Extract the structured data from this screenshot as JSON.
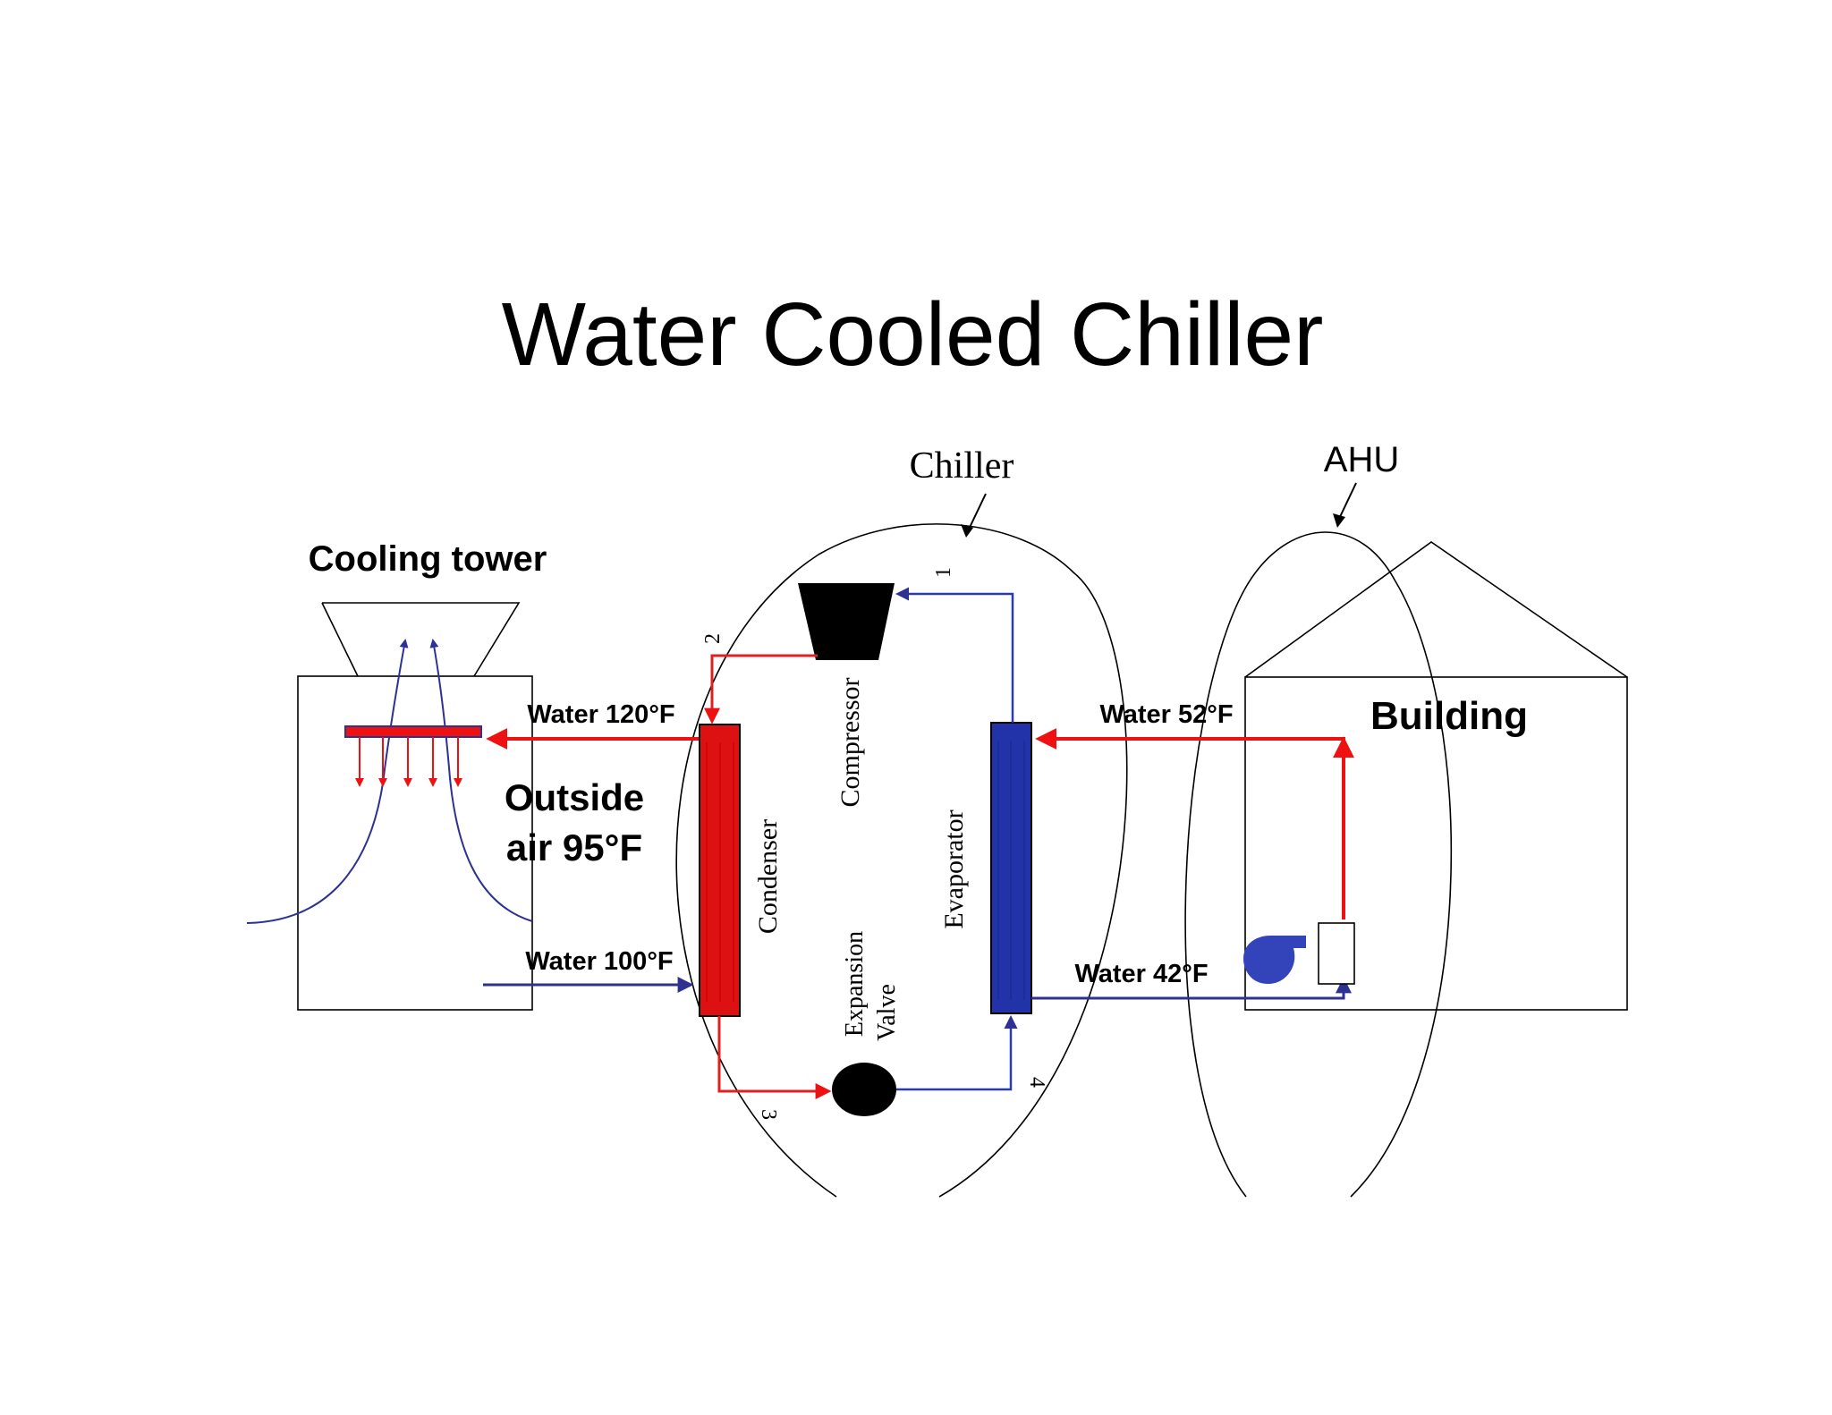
{
  "title": "Water Cooled Chiller",
  "labels": {
    "chiller": "Chiller",
    "ahu": "AHU",
    "cooling_tower": "Cooling tower",
    "building": "Building",
    "outside_air_line1": "Outside",
    "outside_air_line2": "air  95°F",
    "water_120": "Water 120°F",
    "water_100": "Water 100°F",
    "water_52": "Water 52°F",
    "water_42": "Water 42°F",
    "compressor": "Compressor",
    "condenser": "Condenser",
    "evaporator": "Evaporator",
    "expansion_line1": "Expansion",
    "expansion_line2": "Valve",
    "point_1": "1",
    "point_2": "2",
    "point_3": "3",
    "point_4": "4"
  },
  "colors": {
    "hot_water": "#ee1111",
    "cold_water": "#2e3192",
    "refrigerant_hot": "#e02020",
    "refrigerant_cold": "#2a3ab5",
    "condenser_fill": "#dd1111",
    "evaporator_fill": "#2233aa",
    "fan": "#3344bb",
    "outline": "#000000"
  }
}
